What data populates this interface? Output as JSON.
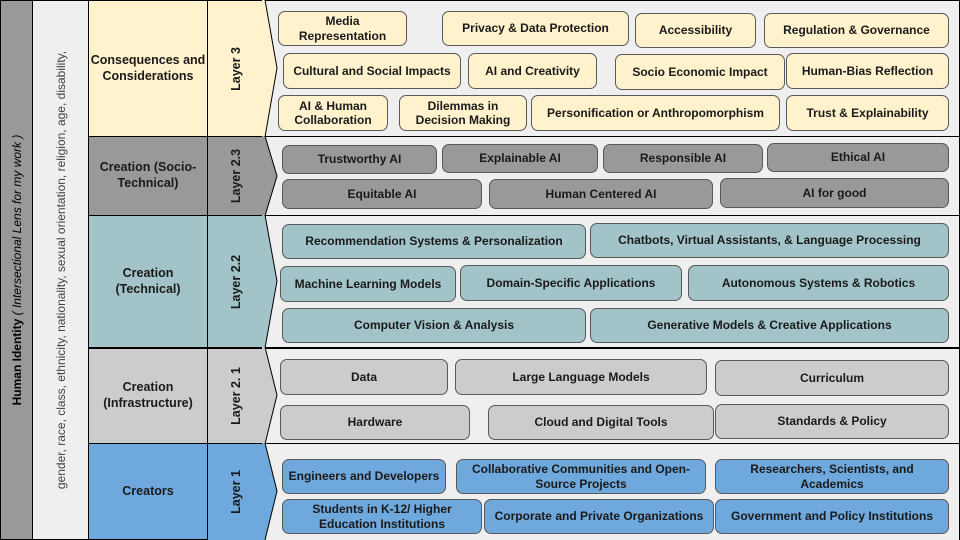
{
  "identity": {
    "title_bold": "Human Identity",
    "title_italic": " ( Intersectional Lens for my work )",
    "attributes": "gender, race, class, ethnicity, nationality, sexual orientation, religion, age, disability,"
  },
  "colors": {
    "layer3": "#fff2cc",
    "layer2_3": "#999999",
    "layer2_2": "#a2c4c9",
    "layer2_1": "#cccccc",
    "layer1": "#6fa8dc",
    "panel": "#efefef"
  },
  "rows": [
    {
      "label": "Consequences and Considerations",
      "layer": "Layer 3",
      "items": [
        "Media Representation",
        "Privacy & Data Protection",
        "Accessibility",
        "Regulation & Governance",
        "Cultural and Social Impacts",
        "AI and Creativity",
        "Socio Economic Impact",
        "Human-Bias Reflection",
        "AI & Human Collaboration",
        "Dilemmas in Decision Making",
        "Personification or Anthropomorphism",
        "Trust & Explainability"
      ]
    },
    {
      "label": "Creation (Socio-Technical)",
      "layer": "Layer 2.3",
      "items": [
        "Trustworthy AI",
        "Explainable AI",
        "Responsible AI",
        "Ethical AI",
        "Equitable AI",
        "Human Centered AI",
        "AI for good"
      ]
    },
    {
      "label": "Creation (Technical)",
      "layer": "Layer 2.2",
      "items": [
        "Recommendation Systems & Personalization",
        "Chatbots, Virtual Assistants, & Language Processing",
        "Machine Learning Models",
        "Domain-Specific Applications",
        "Autonomous Systems & Robotics",
        "Computer Vision & Analysis",
        "Generative Models & Creative Applications"
      ]
    },
    {
      "label": "Creation (Infrastructure)",
      "layer": "Layer 2. 1",
      "items": [
        "Data",
        "Large Language Models",
        "Curriculum",
        "Hardware",
        "Cloud and Digital Tools",
        "Standards & Policy"
      ]
    },
    {
      "label": "Creators",
      "layer": "Layer 1",
      "items": [
        "Engineers and Developers",
        "Collaborative Communities and Open-Source Projects",
        "Researchers, Scientists, and Academics",
        "Students in K-12/ Higher Education Institutions",
        "Corporate and Private Organizations",
        "Government and Policy Institutions"
      ]
    }
  ]
}
